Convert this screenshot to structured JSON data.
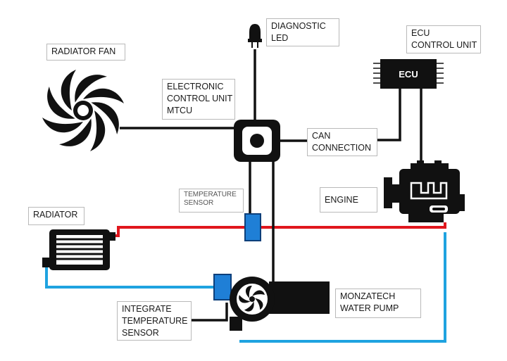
{
  "labels": {
    "diagnostic_led": [
      "DIAGNOSTIC",
      "LED"
    ],
    "ecu_control_unit": [
      "ECU",
      "CONTROL UNIT"
    ],
    "radiator_fan": [
      "RADIATOR FAN"
    ],
    "electronic_control_unit": [
      "ELECTRONIC",
      "CONTROL UNIT",
      "MTCU"
    ],
    "can_connection": [
      "CAN",
      "CONNECTION"
    ],
    "temperature_sensor": [
      "TEMPERATURE",
      "SENSOR"
    ],
    "engine": [
      "ENGINE"
    ],
    "radiator": [
      "RADIATOR"
    ],
    "integrate_temperature_sensor": [
      "INTEGRATE",
      "TEMPERATURE",
      "SENSOR"
    ],
    "water_pump": [
      "MONZATECH",
      "WATER PUMP"
    ]
  },
  "ecu_chip_text": "ECU",
  "colors": {
    "hot_line": "#e0161d",
    "cold_line": "#1fa3e0",
    "signal_line": "#111111",
    "sensor_fill": "#1f7fd6",
    "sensor_stroke": "#0d3f7a"
  }
}
